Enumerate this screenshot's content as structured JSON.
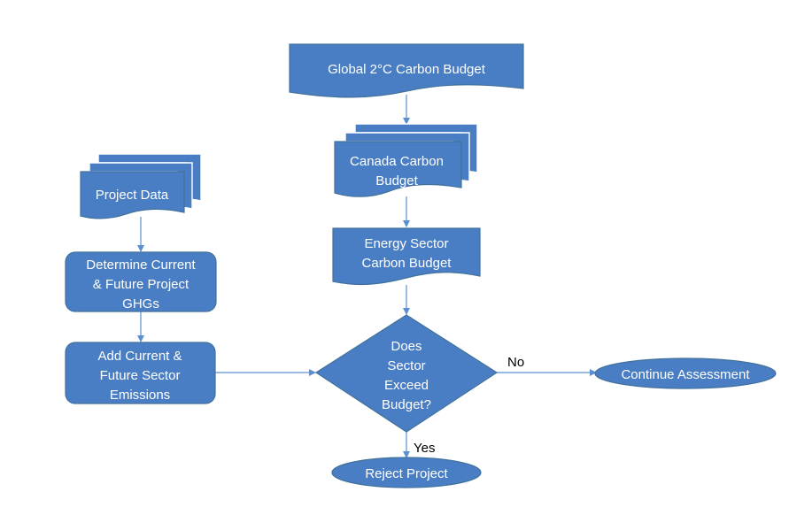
{
  "nodes": {
    "global_budget": "Global 2°C Carbon Budget",
    "canada_budget": [
      "Canada Carbon",
      "Budget"
    ],
    "energy_budget": [
      "Energy Sector",
      "Carbon Budget"
    ],
    "project_data": "Project Data",
    "determine_ghgs": [
      "Determine Current",
      "& Future Project",
      "GHGs"
    ],
    "add_emissions": [
      "Add Current &",
      "Future Sector",
      "Emissions"
    ],
    "decision": [
      "Does",
      "Sector",
      "Exceed",
      "Budget?"
    ],
    "continue": "Continue Assessment",
    "reject": "Reject Project"
  },
  "edges": {
    "no_label": "No",
    "yes_label": "Yes"
  },
  "colors": {
    "shape_fill": "#4a7ec4",
    "shape_stroke": "#41719c",
    "connector": "#5b8fd0",
    "text": "#ffffff"
  }
}
